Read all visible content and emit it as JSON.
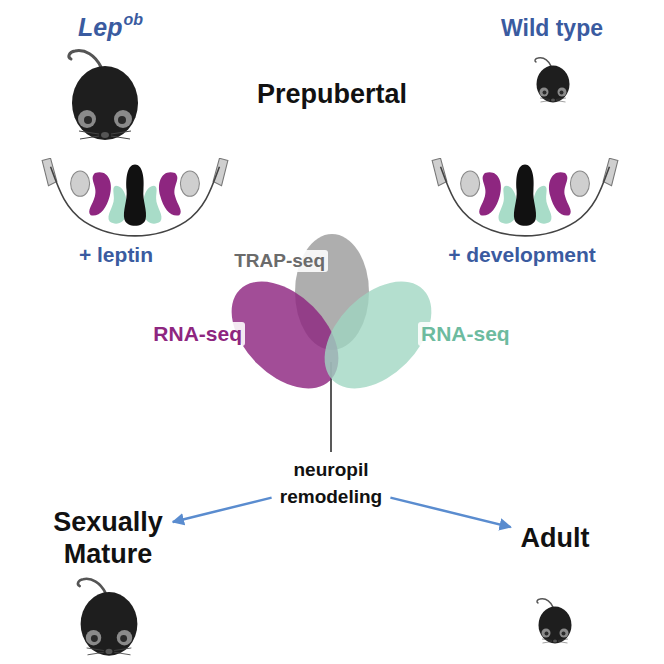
{
  "diagram": {
    "nodes": [
      {
        "text": [
          "TRAP-seq"
        ]
      },
      {
        "text": [
          "RNA-seq"
        ]
      },
      {
        "text": [
          "RNA-seq"
        ]
      },
      {
        "text": [
          "neuropil remodeling"
        ]
      },
      {
        "text": [
          "Sexually Mature"
        ]
      },
      {
        "text": [
          "Adult"
        ]
      }
    ],
    "edges": [
      {
        "from": 3,
        "to": 4,
        "arrow": "to"
      },
      {
        "from": 3,
        "to": 5,
        "arrow": "to"
      }
    ],
    "labels": [
      "Lep",
      "ob",
      "Wild type",
      "Prepubertal",
      "+ leptin",
      "+ development"
    ]
  }
}
